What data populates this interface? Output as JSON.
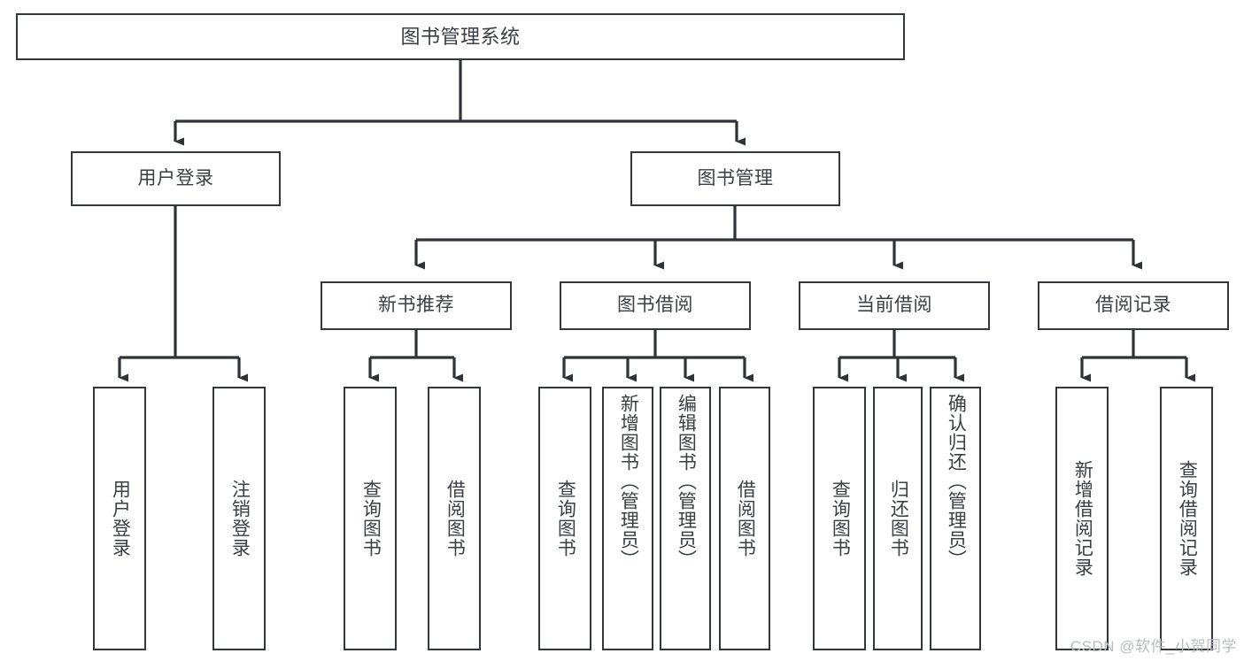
{
  "diagram": {
    "title": "图书管理系统",
    "watermark": "CSDN @软件_小贺同学",
    "colors": {
      "border": "#33373c",
      "text": "#3a3f45",
      "edge": "#2f3337",
      "background": "#ffffff",
      "watermark": "#b9bdc2"
    },
    "levels": {
      "root": {
        "label": "图书管理系统"
      },
      "level2": [
        {
          "label": "用户登录"
        },
        {
          "label": "图书管理"
        }
      ],
      "level3": [
        {
          "label": "新书推荐"
        },
        {
          "label": "图书借阅"
        },
        {
          "label": "当前借阅"
        },
        {
          "label": "借阅记录"
        }
      ],
      "leaves": {
        "user_login": [
          {
            "label": "用户登录"
          },
          {
            "label": "注销登录"
          }
        ],
        "new_book_recommend": [
          {
            "label": "查询图书"
          },
          {
            "label": "借阅图书"
          }
        ],
        "book_borrow": [
          {
            "label": "查询图书"
          },
          {
            "label": "新增图书（管理员）"
          },
          {
            "label": "编辑图书（管理员）"
          },
          {
            "label": "借阅图书"
          }
        ],
        "current_borrow": [
          {
            "label": "查询图书"
          },
          {
            "label": "归还图书"
          },
          {
            "label": "确认归还（管理员）"
          }
        ],
        "borrow_record": [
          {
            "label": "新增借阅记录"
          },
          {
            "label": "查询借阅记录"
          }
        ]
      }
    }
  }
}
